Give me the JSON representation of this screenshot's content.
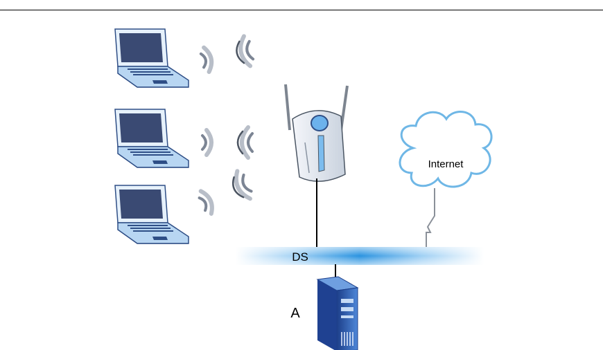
{
  "labels": {
    "internet": "Internet",
    "distribution_system": "DS",
    "station": "A"
  },
  "icons": {
    "laptops": [
      "laptop-icon",
      "laptop-icon",
      "laptop-icon"
    ],
    "access_point": "access-point-icon",
    "cloud": "cloud-icon",
    "server": "server-tower-icon",
    "wireless_waves": "wireless-signal-icon"
  },
  "colors": {
    "laptop_screen": "#3a4a73",
    "laptop_body": "#b8d6f2",
    "ds_bus": "#2a93e0",
    "cloud_outline": "#6fb7e6",
    "server_body": "#3b6fc6"
  }
}
